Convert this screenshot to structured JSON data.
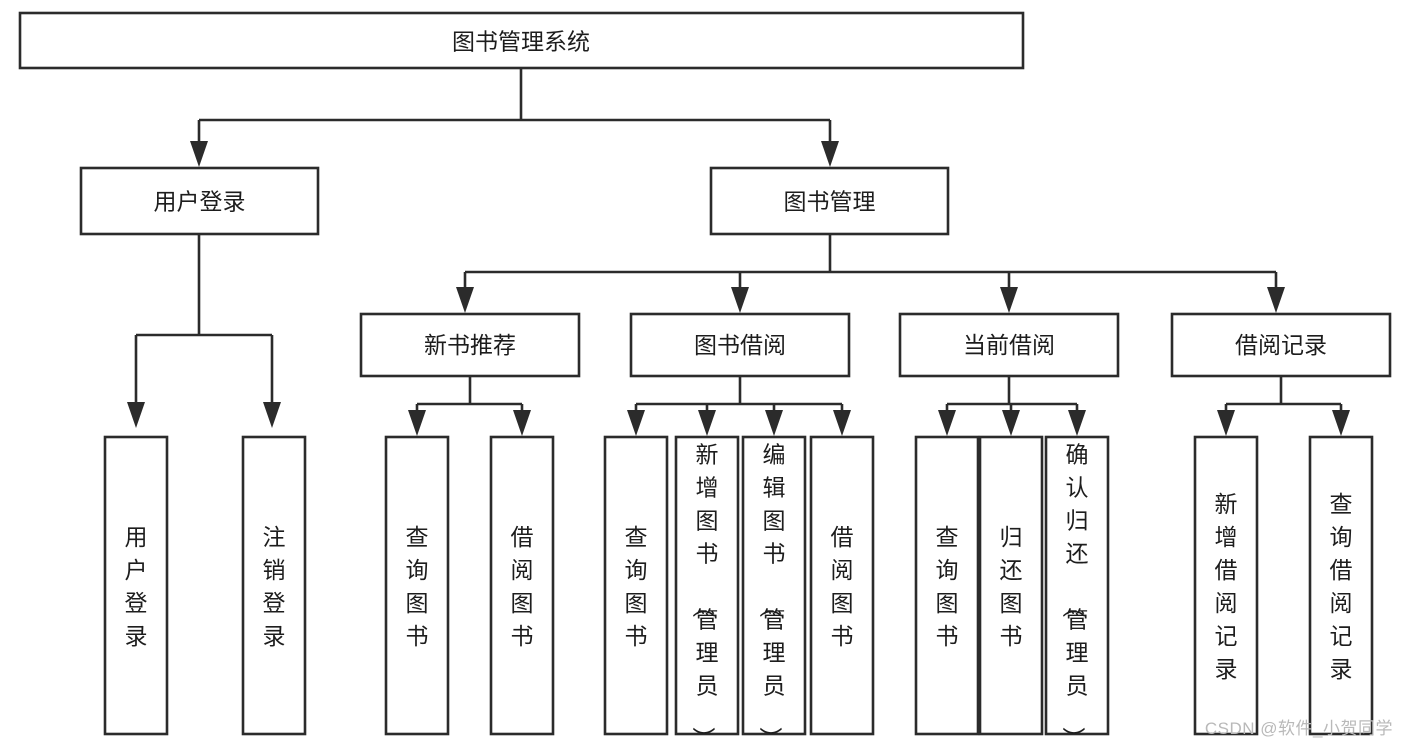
{
  "diagram": {
    "type": "tree",
    "title": "图书管理系统",
    "watermark": "CSDN @软件_小贺同学",
    "root": {
      "label": "图书管理系统",
      "level": 0
    },
    "level2": [
      {
        "label": "用户登录"
      },
      {
        "label": "图书管理"
      }
    ],
    "level3": [
      {
        "label": "新书推荐"
      },
      {
        "label": "图书借阅"
      },
      {
        "label": "当前借阅"
      },
      {
        "label": "借阅记录"
      }
    ],
    "leaves": {
      "user_login": [
        {
          "label": "用户登录"
        },
        {
          "label": "注销登录"
        }
      ],
      "new_book_recommend": [
        {
          "label": "查询图书"
        },
        {
          "label": "借阅图书"
        }
      ],
      "book_borrow": [
        {
          "label": "查询图书"
        },
        {
          "label": "新增图书（管理员）"
        },
        {
          "label": "编辑图书（管理员）"
        },
        {
          "label": "借阅图书"
        }
      ],
      "current_borrow": [
        {
          "label": "查询图书"
        },
        {
          "label": "归还图书"
        },
        {
          "label": "确认归还（管理员）"
        }
      ],
      "borrow_records": [
        {
          "label": "新增借阅记录"
        },
        {
          "label": "查询借阅记录"
        }
      ]
    },
    "colors": {
      "stroke": "#2b2b2b",
      "fill": "#ffffff",
      "text": "#1d1d1d",
      "watermark": "#b9b9b9"
    }
  }
}
